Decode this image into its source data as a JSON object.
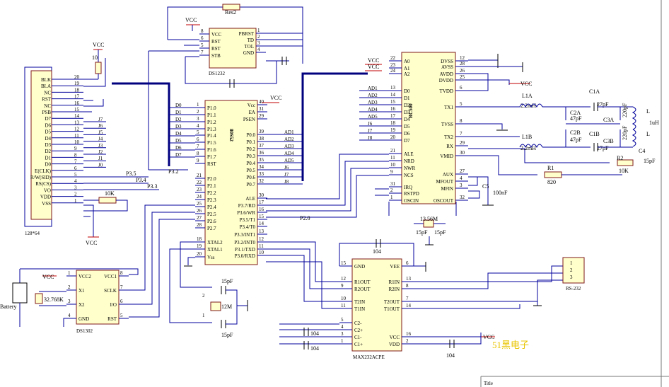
{
  "lcd": {
    "caption": "128*64",
    "pins": [
      {
        "n": "20",
        "t": "BLK"
      },
      {
        "n": "19",
        "t": "BLA"
      },
      {
        "n": "18",
        "t": "NC"
      },
      {
        "n": "17",
        "t": "RST"
      },
      {
        "n": "16",
        "t": "NC"
      },
      {
        "n": "15",
        "t": "PSB"
      },
      {
        "n": "14",
        "t": "D7"
      },
      {
        "n": "13",
        "t": "D6"
      },
      {
        "n": "12",
        "t": "D5"
      },
      {
        "n": "11",
        "t": "D4"
      },
      {
        "n": "10",
        "t": "D3"
      },
      {
        "n": "9",
        "t": "D2"
      },
      {
        "n": "8",
        "t": "D1"
      },
      {
        "n": "7",
        "t": "D0"
      },
      {
        "n": "6",
        "t": "E(CLK)"
      },
      {
        "n": "5",
        "t": "R/W(SID)"
      },
      {
        "n": "4",
        "t": "RS(CS)"
      },
      {
        "n": "3",
        "t": "VO"
      },
      {
        "n": "2",
        "t": "VDD"
      },
      {
        "n": "1",
        "t": "VSS"
      }
    ],
    "net_labels": [
      "J7",
      "J6",
      "J5",
      "J4",
      "J3",
      "J2",
      "J1",
      "J0"
    ],
    "port_labels": [
      "P3.5",
      "P3.4",
      "P3.3"
    ]
  },
  "ds1232": {
    "name": "DS1232",
    "left": [
      {
        "n": "8",
        "t": "VCC"
      },
      {
        "n": "6",
        "t": "RST"
      },
      {
        "n": "5",
        "t": "RST"
      },
      {
        "n": "7",
        "t": "STB"
      }
    ],
    "right": [
      {
        "n": "1",
        "t": "PBRST"
      },
      {
        "n": "2",
        "t": "TD"
      },
      {
        "n": "3",
        "t": "TOL"
      },
      {
        "n": "4",
        "t": "GND"
      }
    ]
  },
  "mcu": {
    "name": "80S52",
    "left": [
      {
        "n": "1",
        "t": "P1.0"
      },
      {
        "n": "2",
        "t": "P1.1"
      },
      {
        "n": "3",
        "t": "P1.2"
      },
      {
        "n": "4",
        "t": "P1.3"
      },
      {
        "n": "5",
        "t": "P1.4"
      },
      {
        "n": "6",
        "t": "P1.5"
      },
      {
        "n": "7",
        "t": "P1.6"
      },
      {
        "n": "8",
        "t": "P1.7"
      },
      {
        "n": "9",
        "t": "RST"
      },
      {
        "n": "21",
        "t": "P2.0"
      },
      {
        "n": "22",
        "t": "P2.1"
      },
      {
        "n": "23",
        "t": "P2.2"
      },
      {
        "n": "24",
        "t": "P2.3"
      },
      {
        "n": "25",
        "t": "P2.4"
      },
      {
        "n": "26",
        "t": "P2.5"
      },
      {
        "n": "27",
        "t": "P2.6"
      },
      {
        "n": "28",
        "t": "P2.7"
      },
      {
        "n": "18",
        "t": "XTAL2"
      },
      {
        "n": "19",
        "t": "XTAL1"
      },
      {
        "n": "20",
        "t": "Vss"
      }
    ],
    "right": [
      {
        "n": "40",
        "t": "Vcc"
      },
      {
        "n": "31",
        "t": "EA"
      },
      {
        "n": "29",
        "t": "PSEN"
      },
      {
        "n": "39",
        "t": "P0.0"
      },
      {
        "n": "38",
        "t": "P0.1"
      },
      {
        "n": "37",
        "t": "P0.2"
      },
      {
        "n": "36",
        "t": "P0.3"
      },
      {
        "n": "35",
        "t": "P0.4"
      },
      {
        "n": "34",
        "t": "P0.5"
      },
      {
        "n": "33",
        "t": "P0.6"
      },
      {
        "n": "32",
        "t": "P0.7"
      },
      {
        "n": "30",
        "t": "ALE"
      },
      {
        "n": "17",
        "t": "P3.7/RD"
      },
      {
        "n": "16",
        "t": "P3.6/WR"
      },
      {
        "n": "15",
        "t": "P3.5/T1"
      },
      {
        "n": "14",
        "t": "P3.4/T0"
      },
      {
        "n": "13",
        "t": "P3.3/INT1"
      },
      {
        "n": "12",
        "t": "P3.2/INT0"
      },
      {
        "n": "11",
        "t": "P3.1/TXD"
      },
      {
        "n": "10",
        "t": "P3.0/RXD"
      }
    ],
    "d_labels": [
      "D0",
      "D1",
      "D2",
      "D3",
      "D4",
      "D5",
      "D6",
      "D7"
    ],
    "ad_labels": [
      "AD1",
      "AD2",
      "AD3",
      "AD4",
      "AD5",
      "J6",
      "J7",
      "J8"
    ],
    "net_p32": "P3.2",
    "net_p20": "P2.0"
  },
  "rc500": {
    "name": "RC500",
    "left": [
      {
        "n": "22",
        "t": "A0"
      },
      {
        "n": "23",
        "t": "A1"
      },
      {
        "n": "24",
        "t": "A2"
      },
      {
        "n": "13",
        "t": "D0"
      },
      {
        "n": "14",
        "t": "D1"
      },
      {
        "n": "15",
        "t": "D2"
      },
      {
        "n": "16",
        "t": "D3"
      },
      {
        "n": "17",
        "t": "D4"
      },
      {
        "n": "18",
        "t": "D5"
      },
      {
        "n": "19",
        "t": "D6"
      },
      {
        "n": "20",
        "t": "D7"
      },
      {
        "n": "21",
        "t": "ALE"
      },
      {
        "n": "11",
        "t": "NRD"
      },
      {
        "n": "10",
        "t": "NWR"
      },
      {
        "n": "9",
        "t": "NCS"
      },
      {
        "n": "31",
        "t": "IRQ"
      },
      {
        "n": "2",
        "t": "RSTPD"
      },
      {
        "n": "1",
        "t": "OSCIN"
      }
    ],
    "right": [
      {
        "n": "12",
        "t": "DVSS"
      },
      {
        "n": "28",
        "t": "AVSS"
      },
      {
        "n": "26",
        "t": "AVDD"
      },
      {
        "n": "25",
        "t": "DVDD"
      },
      {
        "n": "6",
        "t": "TVDD"
      },
      {
        "n": "5",
        "t": "TX1"
      },
      {
        "n": "8",
        "t": "TVSS"
      },
      {
        "n": "7",
        "t": "TX2"
      },
      {
        "n": "29",
        "t": "RX"
      },
      {
        "n": "30",
        "t": "VMID"
      },
      {
        "n": "27",
        "t": "AUX"
      },
      {
        "n": "4",
        "t": "MFOUT"
      },
      {
        "n": "3",
        "t": "MFIN"
      },
      {
        "n": "32",
        "t": "OSCOUT"
      }
    ],
    "ad_labels": [
      "AD1",
      "AD2",
      "AD3",
      "AD4",
      "AD5",
      "J6",
      "J7",
      "J8"
    ]
  },
  "ds1302": {
    "name": "DS1302",
    "left": [
      {
        "n": "1",
        "t": "VCC2"
      },
      {
        "n": "2",
        "t": "X1"
      },
      {
        "n": "3",
        "t": "X2"
      },
      {
        "n": "4",
        "t": "GND"
      }
    ],
    "right": [
      {
        "n": "8",
        "t": "VCC1"
      },
      {
        "n": "7",
        "t": "SCLK"
      },
      {
        "n": "6",
        "t": "I/O"
      },
      {
        "n": "5",
        "t": "RST"
      }
    ]
  },
  "max232": {
    "name": "MAX232ACPE",
    "left": [
      {
        "n": "15",
        "t": "GND"
      },
      {
        "n": "12",
        "t": "R1OUT"
      },
      {
        "n": "9",
        "t": "R2OUT"
      },
      {
        "n": "10",
        "t": "T2IN"
      },
      {
        "n": "11",
        "t": "T1IN"
      },
      {
        "n": "5",
        "t": "C2-"
      },
      {
        "n": "4",
        "t": "C2+"
      },
      {
        "n": "3",
        "t": "C1-"
      },
      {
        "n": "1",
        "t": "C1+"
      }
    ],
    "right": [
      {
        "n": "6",
        "t": "VEE"
      },
      {
        "n": "13",
        "t": "R1IN"
      },
      {
        "n": "8",
        "t": "R2IN"
      },
      {
        "n": "7",
        "t": "T2OUT"
      },
      {
        "n": "14",
        "t": "T1OUT"
      },
      {
        "n": "16",
        "t": "VCC"
      },
      {
        "n": "2",
        "t": "VDD"
      }
    ]
  },
  "rs232": {
    "name": "RS-232",
    "pins": [
      "1",
      "2",
      "3"
    ]
  },
  "labels": {
    "vcc": "VCC",
    "res2": "Res2",
    "r10": "10",
    "r10k": "10K",
    "l1a": "L1A",
    "l1a_val": "2.2mH",
    "l1b": "L1B",
    "l1b_val": "2.2mH",
    "c1a": "C1A",
    "c1a_val": "27pF",
    "c2a": "C2A",
    "c2a_val": "47pF",
    "c3a": "C3A",
    "c3a_val": "220pF",
    "c2b": "C2B",
    "c2b_val": "47pF",
    "c1b": "C1B",
    "c1b_val": "27pF",
    "c3b": "C3B",
    "c3b_val": "220pF",
    "l": "L",
    "l2": "L",
    "l_val": "1uH",
    "c4": "C4",
    "c4_val": "15pF",
    "r2": "R2",
    "r2_val": "10K",
    "r1": "R1",
    "r1_val": "820",
    "c5": "C5",
    "c5_val": "100nF",
    "xtal_rc": "13.56M",
    "cap15_a": "15pF",
    "cap15_b": "15pF",
    "xtal_mcu": "12M",
    "cap_mcu_a": "15pF",
    "cap_mcu_b": "15pF",
    "xtal_rtc": "32.768K",
    "battery": "Battery",
    "cap104_a": "104",
    "cap104_b": "104",
    "cap104_c": "104",
    "cap104_d": "104",
    "num_1": "1",
    "num_2": "2",
    "num_2b": "2",
    "num_1b": "1"
  },
  "watermark": "51黑电子",
  "title_block": "Title",
  "colors": {
    "body": "#ffffcc",
    "border": "#7f1a1a",
    "wire": "#00009c",
    "bus": "#00007f",
    "power": "#c00000",
    "watermark": "#e8c400"
  }
}
